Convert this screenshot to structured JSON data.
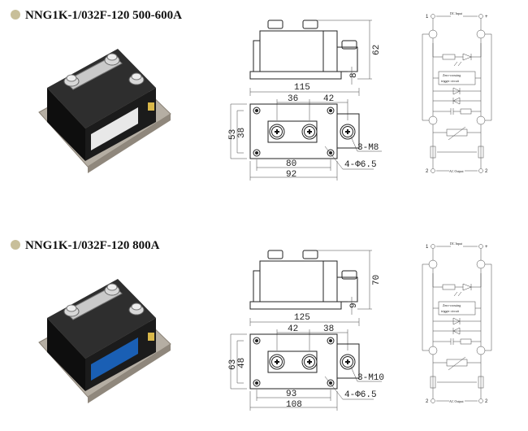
{
  "colors": {
    "bullet": "#c8bf9a",
    "label_blue": "#1a5fb4"
  },
  "sections": [
    {
      "title": "NNG1K-1/032F-120 500-600A",
      "dims": {
        "height": "62",
        "base": "8",
        "length": "115",
        "pitch1": "36",
        "pitch2": "42",
        "width": "53",
        "inner_width": "38",
        "hole_spacing": "80",
        "base_length": "92",
        "terminals": "3-M8",
        "holes": "4-Φ6.5"
      }
    },
    {
      "title": "NNG1K-1/032F-120 800A",
      "dims": {
        "height": "70",
        "base": "9",
        "length": "125",
        "pitch1": "42",
        "pitch2": "38",
        "width": "63",
        "inner_width": "48",
        "hole_spacing": "93",
        "base_length": "108",
        "terminals": "3-M10",
        "holes": "4-Φ6.5"
      }
    }
  ],
  "circuit": {
    "dc_input": "DC Input",
    "trigger_line1": "Zero-crossing",
    "trigger_line2": "trigger circuit",
    "ac_output": "AC Output",
    "pin_top_left": "1",
    "pin_top_right": "+",
    "pin_bottom_left": "2",
    "pin_bottom_right": "2"
  }
}
